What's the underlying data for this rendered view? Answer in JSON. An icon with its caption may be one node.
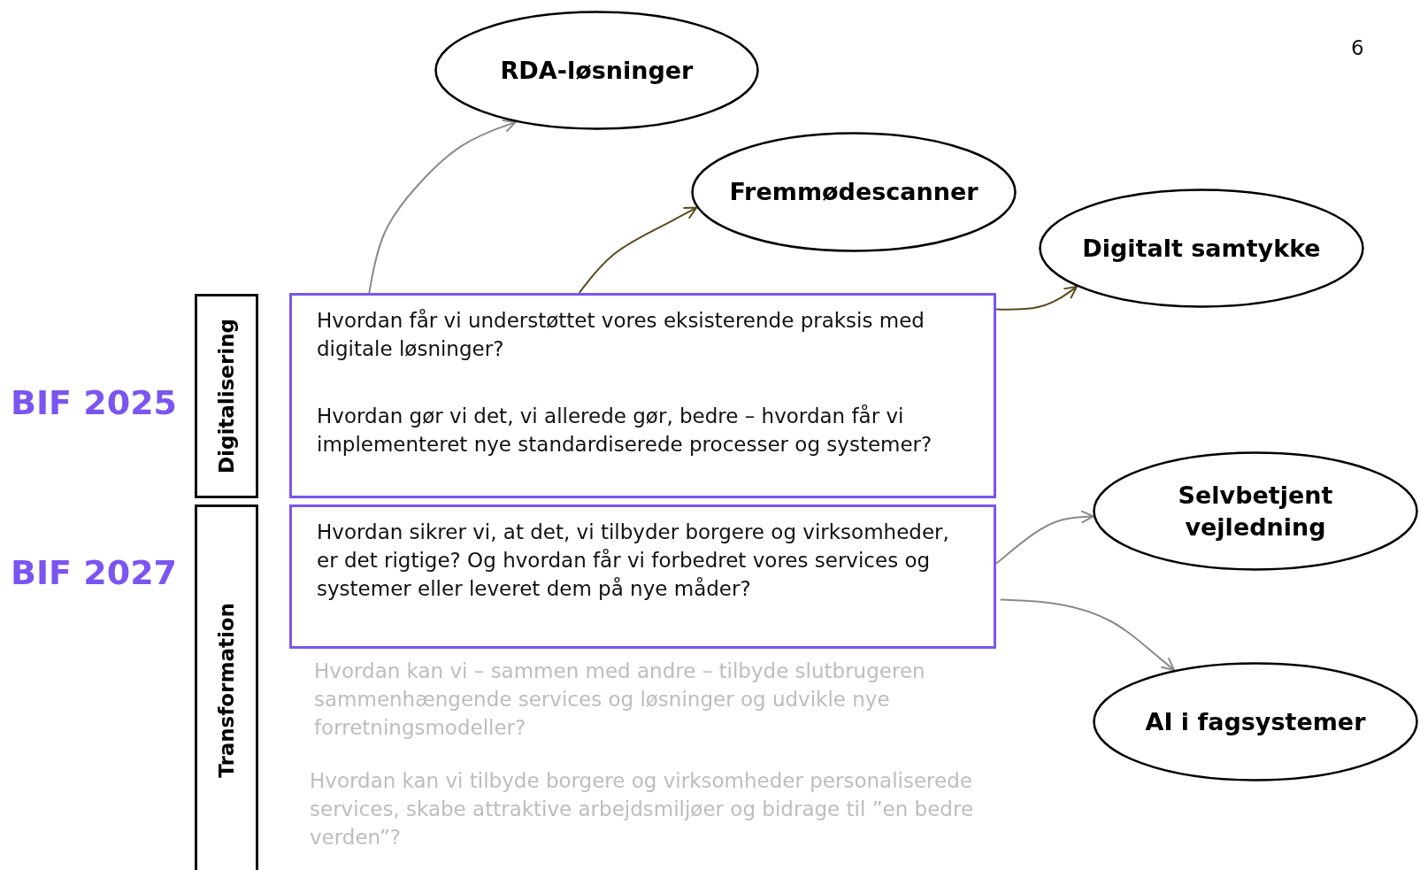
{
  "diagram": {
    "nodes": [
      {
        "text": [
          "RDA-løsninger"
        ]
      },
      {
        "text": [
          "Fremmødescanner"
        ]
      },
      {
        "text": [
          "Digitalt samtykke"
        ]
      },
      {
        "text": [
          "Digitalisering"
        ]
      },
      {
        "text": [
          "Hvordan får vi understøttet vores eksisterende praksis med digitale løsninger?",
          "Hvordan gør vi det, vi allerede gør, bedre – hvordan får vi implementeret nye standardiserede processer og systemer?"
        ]
      },
      {
        "text": [
          "Transformation"
        ]
      },
      {
        "text": [
          "Hvordan sikrer vi, at det, vi tilbyder borgere og virksomheder, er det rigtige? Og hvordan får vi forbedret vores services og systemer eller leveret dem på nye måder?"
        ]
      },
      {
        "text": [
          "Selvbetjent vejledning"
        ]
      },
      {
        "text": [
          "AI i fagsystemer"
        ]
      }
    ],
    "edges": [
      {
        "from": 4,
        "to": 0,
        "arrow": "to"
      },
      {
        "from": 4,
        "to": 1,
        "arrow": "to",
        "color": "#5a4a1e"
      },
      {
        "from": 4,
        "to": 2,
        "arrow": "to",
        "color": "#5a4a1e"
      },
      {
        "from": 6,
        "to": 7,
        "arrow": "to"
      },
      {
        "from": 6,
        "to": 8,
        "arrow": "to"
      }
    ],
    "labels": [
      "6",
      "BIF 2025",
      "BIF 2027",
      "Hvordan kan vi – sammen med andre – tilbyde slutbrugeren sammenhængende services og løsninger og udvikle nye forretningsmodeller?",
      "Hvordan kan vi tilbyde borgere og virksomheder personaliserede services, skabe attraktive arbejdsmiljøer og bidrage til ”en bedre verden”?"
    ]
  }
}
